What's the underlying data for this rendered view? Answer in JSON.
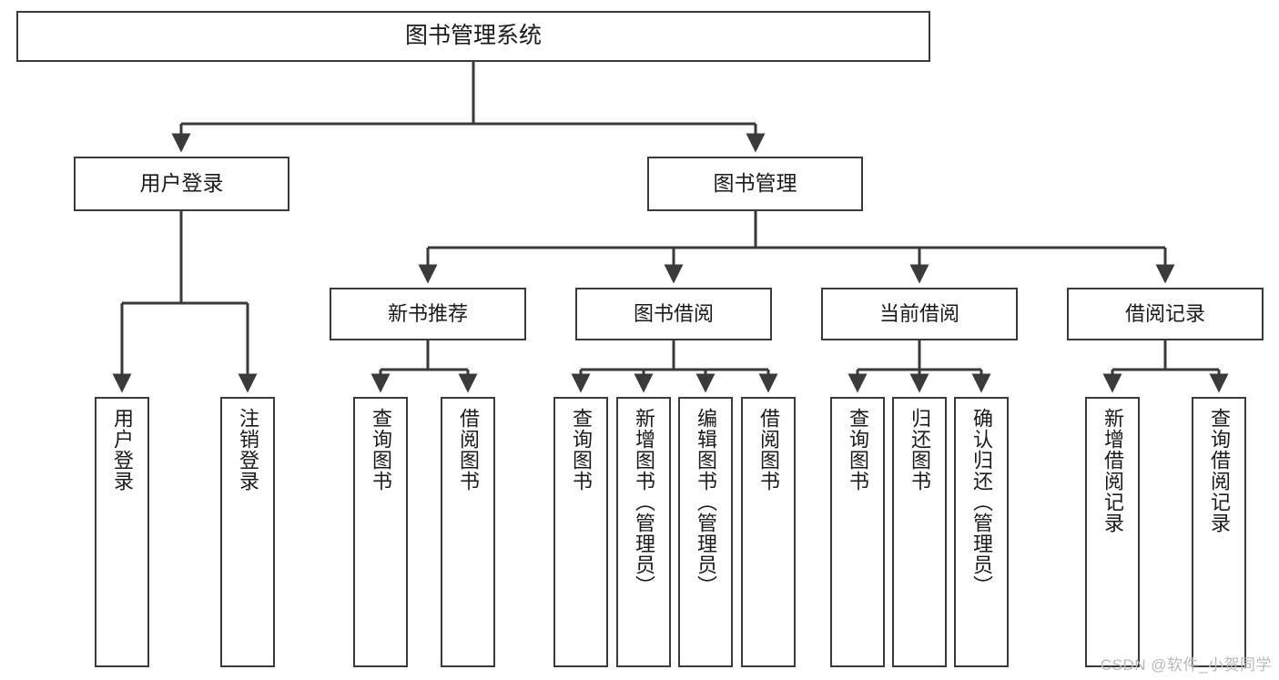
{
  "diagram": {
    "title": "图书管理系统",
    "type": "tree-hierarchy-chart",
    "orientation": "top-down",
    "colors": {
      "box_border": "#3a3a3a",
      "box_fill": "#ffffff",
      "connector": "#3a3a3a",
      "text": "#1a1a1a",
      "watermark": "#b9b9b9",
      "background": "#ffffff"
    },
    "root": {
      "label": "图书管理系统",
      "name": "node-root-library-management-system"
    },
    "level2": [
      {
        "label": "用户登录",
        "name": "node-user-login"
      },
      {
        "label": "图书管理",
        "name": "node-book-management"
      }
    ],
    "level3": [
      {
        "label": "新书推荐",
        "name": "node-new-book-recommendation"
      },
      {
        "label": "图书借阅",
        "name": "node-book-borrowing"
      },
      {
        "label": "当前借阅",
        "name": "node-current-borrowing"
      },
      {
        "label": "借阅记录",
        "name": "node-borrowing-records"
      }
    ],
    "leaves": {
      "user_login": [
        {
          "label": "用户登录",
          "name": "leaf-user-login"
        },
        {
          "label": "注销登录",
          "name": "leaf-logout"
        }
      ],
      "new_book_recommendation": [
        {
          "label": "查询图书",
          "name": "leaf-query-books-recommend"
        },
        {
          "label": "借阅图书",
          "name": "leaf-borrow-books-recommend"
        }
      ],
      "book_borrowing": [
        {
          "label": "查询图书",
          "name": "leaf-query-books-borrow"
        },
        {
          "label": "新增图书（管理员）",
          "name": "leaf-add-book-admin"
        },
        {
          "label": "编辑图书（管理员）",
          "name": "leaf-edit-book-admin"
        },
        {
          "label": "借阅图书",
          "name": "leaf-borrow-books"
        }
      ],
      "current_borrowing": [
        {
          "label": "查询图书",
          "name": "leaf-query-books-current"
        },
        {
          "label": "归还图书",
          "name": "leaf-return-books"
        },
        {
          "label": "确认归还（管理员）",
          "name": "leaf-confirm-return-admin"
        }
      ],
      "borrowing_records": [
        {
          "label": "新增借阅记录",
          "name": "leaf-add-borrow-record"
        },
        {
          "label": "查询借阅记录",
          "name": "leaf-query-borrow-record"
        }
      ]
    },
    "watermark": "CSDN @软件_小贺同学"
  }
}
